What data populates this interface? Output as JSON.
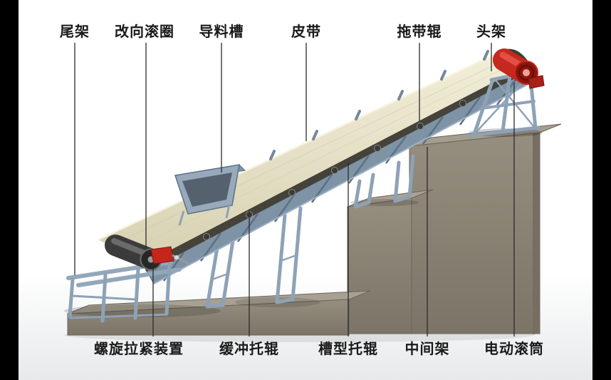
{
  "labels": {
    "top": [
      {
        "id": "tail-frame",
        "text": "尾架"
      },
      {
        "id": "bend-pulley",
        "text": "改向滚圈"
      },
      {
        "id": "feed-chute",
        "text": "导料槽"
      },
      {
        "id": "belt",
        "text": "皮带"
      },
      {
        "id": "return-roller",
        "text": "拖带辊"
      },
      {
        "id": "head-frame",
        "text": "头架"
      }
    ],
    "bottom": [
      {
        "id": "screw-tensioner",
        "text": "螺旋拉紧装置"
      },
      {
        "id": "impact-idler",
        "text": "缓冲托辊"
      },
      {
        "id": "trough-idler",
        "text": "槽型托辊"
      },
      {
        "id": "middle-frame",
        "text": "中间架"
      },
      {
        "id": "motorized-pulley",
        "text": "电动滚筒"
      }
    ]
  },
  "colors": {
    "side_bars": "#000000",
    "background_top": "#ffffff",
    "background_bottom": "#e7e9eb",
    "label_text": "#1a1a1a",
    "leader_line": "#2b2b2b",
    "belt_surface": "#e9e4c9",
    "belt_underside": "#45423a",
    "steel_frame": "#8ea2b6",
    "truss_fill": "#7f93a6",
    "concrete_front": "#8c8577",
    "concrete_top": "#a59d8d",
    "accent_red": "#c5281c",
    "drum_dark": "#3b3b3b"
  }
}
